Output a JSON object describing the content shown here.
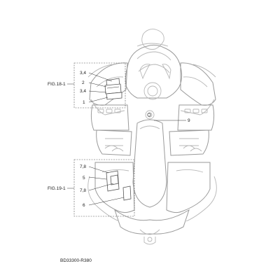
{
  "diagram": {
    "part_code": "BD33300-R380",
    "fig_refs": {
      "upper": "FIG.18-1",
      "lower": "FIG.19-1"
    },
    "callouts": {
      "c1": "3,4",
      "c2": "2",
      "c3": "3,4",
      "c4": "1",
      "c5": "9",
      "c6": "7,8",
      "c7": "5",
      "c8": "7,8",
      "c9": "6"
    }
  }
}
